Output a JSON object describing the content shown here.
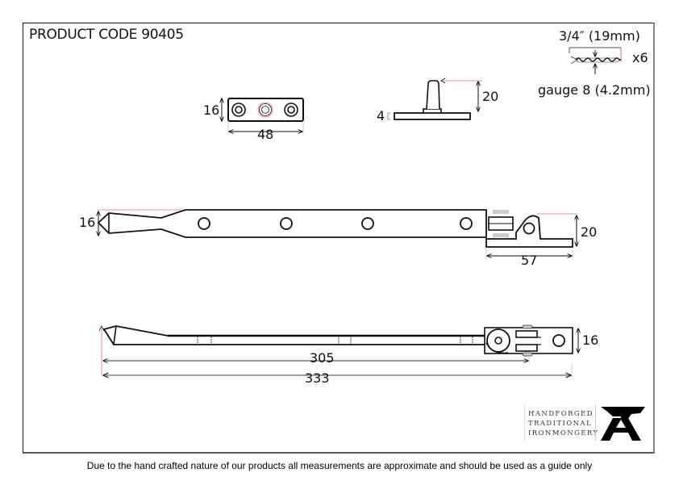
{
  "header": {
    "product_code": "PRODUCT CODE 90405"
  },
  "screws": {
    "length_label": "3/4″ (19mm)",
    "quantity_label": "x6",
    "gauge_label": "gauge 8 (4.2mm)",
    "icon": "screw-icon"
  },
  "parts": {
    "keep_plate": {
      "height_label": "16",
      "width_label": "48"
    },
    "pin": {
      "base_label": "4",
      "height_label": "20"
    },
    "stay_side_view": {
      "end_height_label": "16",
      "bracket_height_label": "20",
      "bracket_width_label": "57"
    },
    "stay_top_view": {
      "end_width_label": "16",
      "inner_length_label": "305",
      "overall_length_label": "333"
    }
  },
  "logo": {
    "line1": "HANDFORGED",
    "line2": "TRADITIONAL",
    "line3": "IRONMONGERY",
    "icon": "anvil-icon"
  },
  "footer": {
    "disclaimer": "Due to the hand crafted nature of our products all measurements are approximate and should be used as a guide only"
  },
  "colors": {
    "line": "#111111",
    "dimension_accent": "#e07070",
    "frame": "#1a1a1a"
  }
}
